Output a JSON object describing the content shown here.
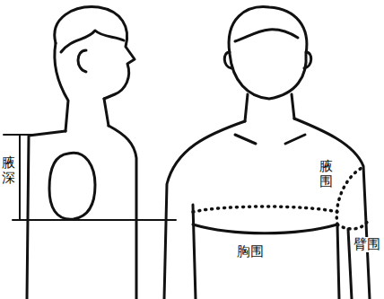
{
  "diagram": {
    "labels": [
      "腋深",
      "腋围",
      "胸围",
      "臂围"
    ]
  }
}
